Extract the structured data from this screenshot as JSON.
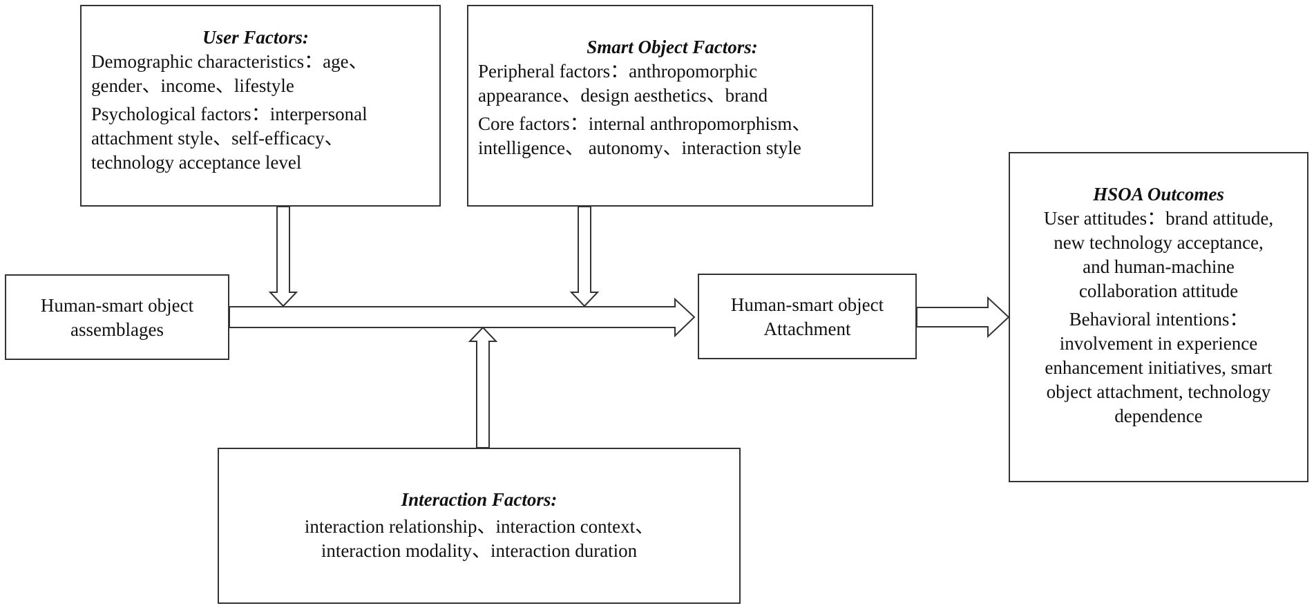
{
  "user_factors": {
    "title": "User Factors:",
    "line1": "Demographic characteristics：age、",
    "line2": "gender、income、lifestyle",
    "line3": "Psychological factors：interpersonal",
    "line4": "attachment style、self-efficacy、",
    "line5": "technology acceptance level"
  },
  "smart_object_factors": {
    "title": "Smart Object Factors:",
    "line1": "Peripheral factors：anthropomorphic",
    "line2": "appearance、design aesthetics、brand",
    "line3": "Core factors：internal anthropomorphism、",
    "line4": "intelligence、 autonomy、interaction style"
  },
  "hsoa_outcomes": {
    "title": "HSOA Outcomes",
    "line1": "User attitudes：brand attitude,",
    "line2": "new technology acceptance,",
    "line3": "and human-machine",
    "line4": "collaboration attitude",
    "line5": "Behavioral intentions：",
    "line6": "involvement in experience",
    "line7": "enhancement initiatives, smart",
    "line8": "object attachment, technology",
    "line9": "dependence"
  },
  "assemblages": {
    "line1": "Human-smart object",
    "line2": "assemblages"
  },
  "attachment": {
    "line1": "Human-smart object",
    "line2": "Attachment"
  },
  "interaction_factors": {
    "title": "Interaction Factors:",
    "line1": "interaction relationship、interaction context、",
    "line2": "interaction modality、interaction duration"
  }
}
